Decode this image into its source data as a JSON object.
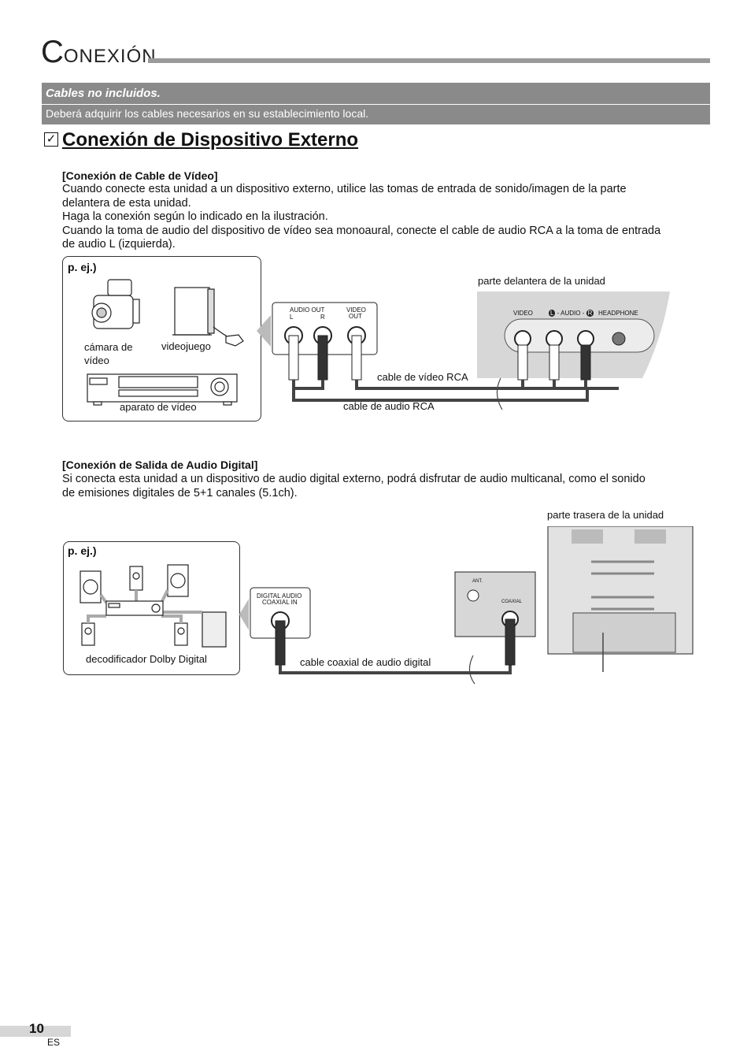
{
  "header": {
    "initial": "C",
    "rest": "ONEXIÓN"
  },
  "cables_box": {
    "title": "Cables no incluidos.",
    "text": "Deberá adquirir los cables necesarios en su establecimiento local."
  },
  "section": {
    "title": "Conexión de Dispositivo Externo"
  },
  "video_cable": {
    "heading": "[Conexión de Cable de Vídeo]",
    "lines": [
      "Cuando conecte esta unidad a un dispositivo externo, utilice las tomas de entrada de sonido/imagen de la parte",
      "delantera de esta unidad.",
      "Haga la conexión según lo indicado en la ilustración.",
      "Cuando la toma de audio del dispositivo de vídeo sea monoaural, conecte el cable de audio RCA a la toma de entrada",
      "de audio L (izquierda)."
    ],
    "example_label": "p. ej.)",
    "camcorder": "cámara de",
    "camcorder_2": "vídeo",
    "game": "videojuego",
    "vcr": "aparato de vídeo",
    "front_label": "parte delantera de la unidad",
    "audio_out": "AUDIO OUT",
    "l": "L",
    "r": "R",
    "video_out_1": "VIDEO",
    "video_out_2": "OUT",
    "front_video": "VIDEO",
    "front_audio": "- AUDIO -",
    "front_headphone": "HEADPHONE",
    "rca_video": "cable de vídeo RCA",
    "rca_audio": "cable de audio RCA"
  },
  "digital": {
    "heading": "[Conexión de Salida de Audio Digital]",
    "lines": [
      "Si conecta esta unidad a un dispositivo de audio digital externo, podrá disfrutar de audio multicanal, como el sonido",
      "de emisiones digitales de 5+1 canales (5.1ch)."
    ],
    "example_label": "p. ej.)",
    "decoder": "decodificador Dolby Digital",
    "in_1": "DIGITAL AUDIO",
    "in_2": "COAXIAL IN",
    "cable": "cable coaxial de audio digital",
    "rear_label": "parte trasera de la unidad",
    "ant": "ANT.",
    "coaxial": "COAXIAL"
  },
  "footer": {
    "page": "10",
    "lang": "ES"
  }
}
